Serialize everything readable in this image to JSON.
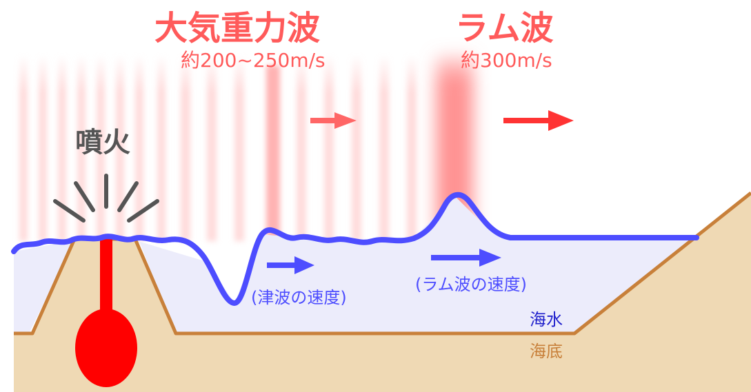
{
  "colors": {
    "atmo_red": "#ff5a5a",
    "arrow_red": "#ff4444",
    "water_blue": "#4d4dff",
    "water_fill": "#ececfb",
    "seabed": "#efd9b4",
    "seabed_line": "#c8803a",
    "magma": "#ff0000",
    "text_dark": "#555555"
  },
  "labels": {
    "gravity_wave": "大気重力波",
    "gravity_speed": "約200~250m/s",
    "lamb_wave": "ラム波",
    "lamb_speed": "約300m/s",
    "eruption": "噴火",
    "tsunami_speed": "(津波の速度)",
    "lamb_wave_speed": "(ラム波の速度)",
    "sea_water": "海水",
    "sea_floor": "海底"
  },
  "icons": [
    "eruption-burst-icon",
    "magma-chamber-icon",
    "arrow-right-icon"
  ]
}
